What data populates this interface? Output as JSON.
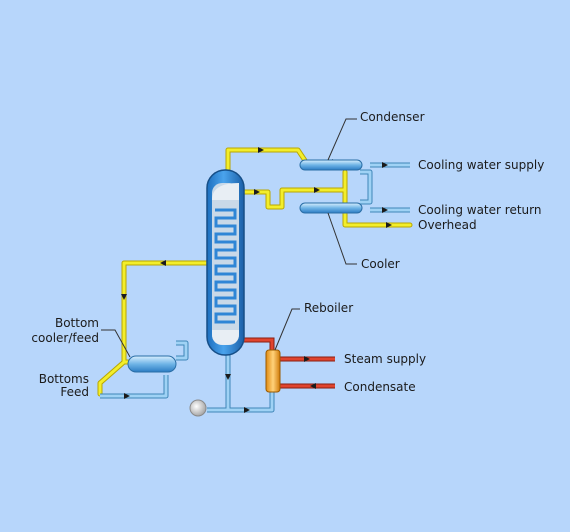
{
  "labels": {
    "condenser": "Condenser",
    "cooling_water_supply": "Cooling water supply",
    "cooling_water_return": "Cooling water return",
    "overhead": "Overhead",
    "cooler": "Cooler",
    "reboiler": "Reboiler",
    "steam_supply": "Steam supply",
    "condensate": "Condensate",
    "bottom_cooler_feed_line1": "Bottom",
    "bottom_cooler_feed_line2": "cooler/feed",
    "bottoms": "Bottoms",
    "feed": "Feed"
  },
  "colors": {
    "background": "#b7d6fb",
    "column_shell": "#2f86d6",
    "column_light": "#9cc8ee",
    "vapor_pipe": "#f3ee2b",
    "water_pipe": "#7fc0ea",
    "steam_pipe": "#d23a2a",
    "reboiler": "#f2a020",
    "pump": "#d9d9d9"
  }
}
